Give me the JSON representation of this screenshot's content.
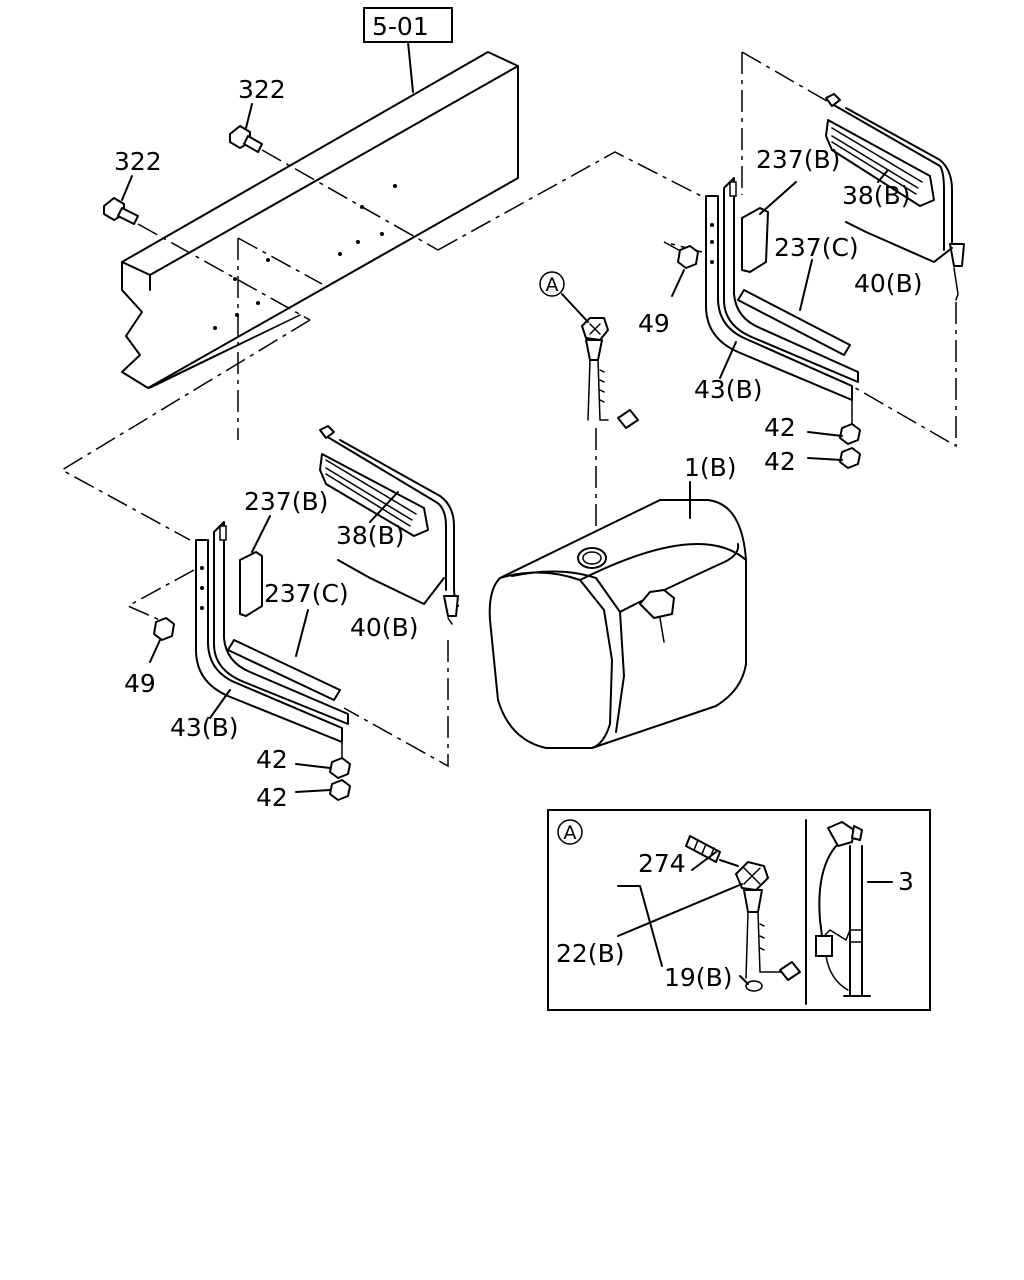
{
  "diagram": {
    "ref_box": "5-01",
    "labels": {
      "bolt_upper": "322",
      "bolt_lower": "322",
      "right_237b": "237(B)",
      "right_38b": "38(B)",
      "right_237c": "237(C)",
      "right_40b": "40(B)",
      "right_49": "49",
      "right_43b": "43(B)",
      "right_42a": "42",
      "right_42b": "42",
      "tank_1b": "1(B)",
      "left_237b": "237(B)",
      "left_38b": "38(B)",
      "left_237c": "237(C)",
      "left_40b": "40(B)",
      "left_49": "49",
      "left_43b": "43(B)",
      "left_42a": "42",
      "left_42b": "42",
      "circle_a": "A"
    },
    "detail": {
      "circle_a": "A",
      "label_274": "274",
      "label_22b": "22(B)",
      "label_19b": "19(B)",
      "label_3": "3"
    }
  }
}
